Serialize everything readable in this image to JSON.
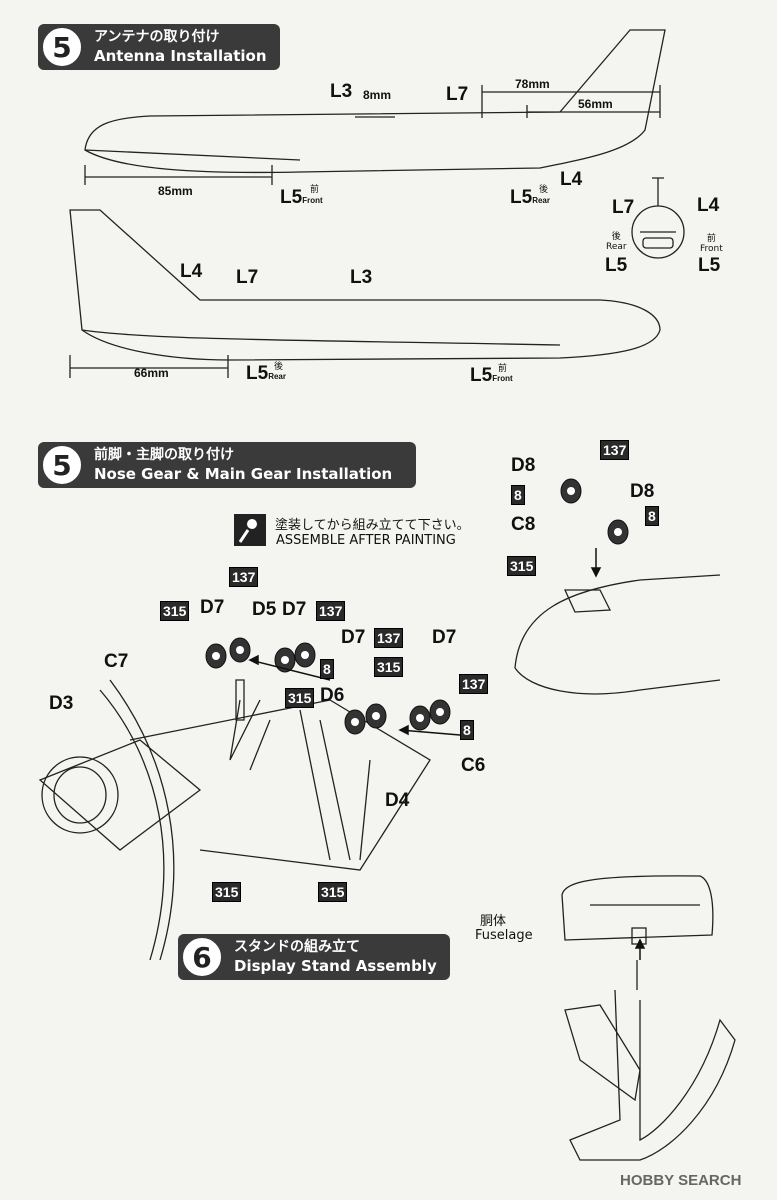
{
  "step5a": {
    "number": "5",
    "title_jp": "アンテナの取り付け",
    "title_en": "Antenna Installation"
  },
  "step5b": {
    "number": "5",
    "title_jp": "前脚・主脚の取り付け",
    "title_en": "Nose Gear & Main Gear Installation"
  },
  "step6": {
    "number": "6",
    "title_jp": "スタンドの組み立て",
    "title_en": "Display Stand Assembly"
  },
  "antenna": {
    "L3": "L3",
    "L4": "L4",
    "L5": "L5",
    "L7": "L7",
    "dim_8mm": "8mm",
    "dim_78mm": "78mm",
    "dim_56mm": "56mm",
    "dim_85mm": "85mm",
    "dim_66mm": "66mm",
    "front_jp": "前",
    "front_en": "Front",
    "rear_jp": "後",
    "rear_en": "Rear"
  },
  "paint_note": {
    "jp": "塗装してから組み立てて下さい。",
    "en": "ASSEMBLE AFTER PAINTING"
  },
  "parts": {
    "D8": "D8",
    "C8": "C8",
    "D7": "D7",
    "D5": "D5",
    "D6": "D6",
    "D4": "D4",
    "D3": "D3",
    "C7": "C7",
    "C6": "C6",
    "p137": "137",
    "p315": "315",
    "p8": "8"
  },
  "stand": {
    "fuselage_jp": "胴体",
    "fuselage_en": "Fuselage"
  },
  "watermark": "HOBBY SEARCH"
}
